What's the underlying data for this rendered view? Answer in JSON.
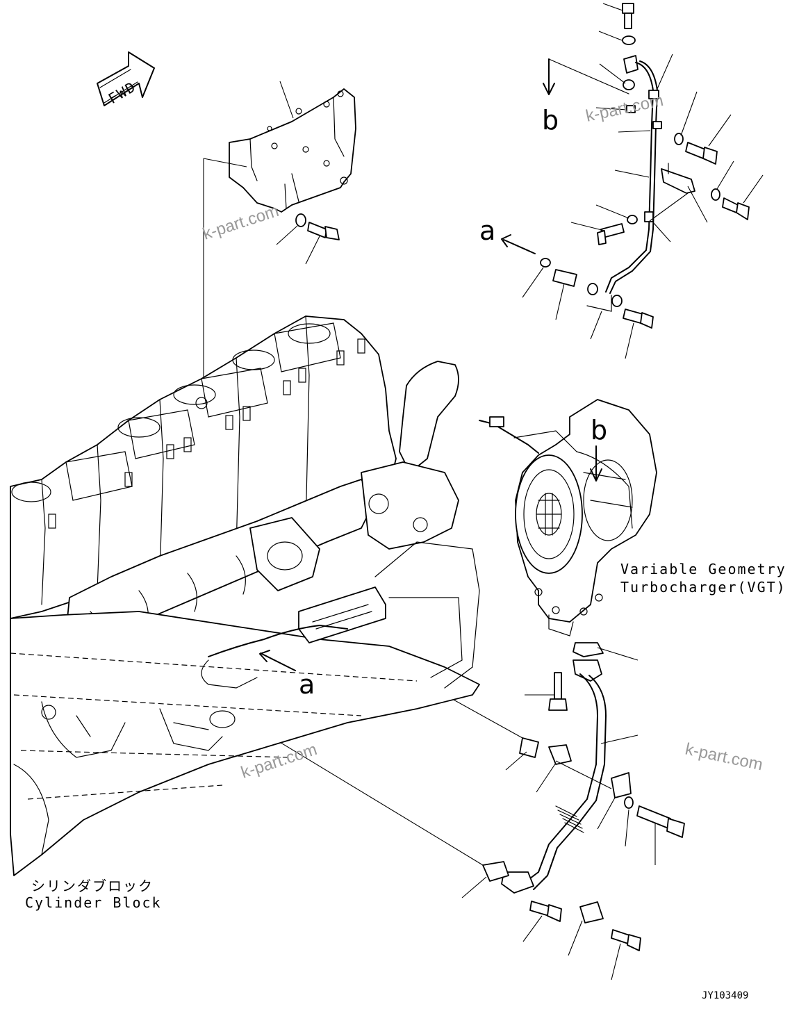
{
  "labels": {
    "fwd": "FWD",
    "vgt_line1": "Variable Geometry",
    "vgt_line2": "Turbocharger(VGT)",
    "block_jp": "シリンダブロック",
    "block_en": "Cylinder Block",
    "ref_a_top": "a",
    "ref_b_top": "b",
    "ref_b_vgt": "b",
    "ref_a_block": "a",
    "drawing_code": "JY103409"
  },
  "watermarks": [
    "k-part.com",
    "k-part.com",
    "k-part.com",
    "k-part.com"
  ]
}
